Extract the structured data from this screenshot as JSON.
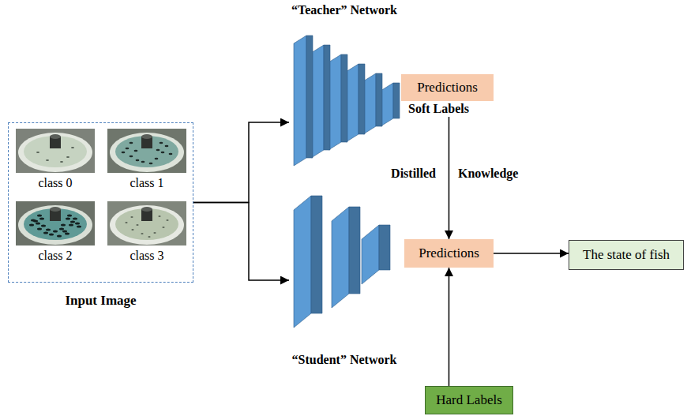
{
  "diagram": {
    "nodes": [
      {
        "text": [
          "Input Image"
        ]
      },
      {
        "text": [
          "class 0"
        ],
        "in": 0
      },
      {
        "text": [
          "class 1"
        ],
        "in": 0
      },
      {
        "text": [
          "class 2"
        ],
        "in": 0
      },
      {
        "text": [
          "class 3"
        ],
        "in": 0
      },
      {
        "text": [
          "“Teacher” Network"
        ]
      },
      {
        "text": [
          "Soft Labels",
          "Predictions"
        ]
      },
      {
        "text": [
          "“Student” Network"
        ]
      },
      {
        "text": [
          "Predictions"
        ]
      },
      {
        "text": [
          "The state of fish"
        ]
      },
      {
        "text": [
          "Hard Labels"
        ]
      }
    ],
    "edges": [
      {
        "from": 0,
        "to": 5,
        "arrow": "to"
      },
      {
        "from": 0,
        "to": 7,
        "arrow": "to"
      },
      {
        "from": 6,
        "to": 8,
        "arrow": "to"
      },
      {
        "from": 8,
        "to": 9,
        "arrow": "to"
      },
      {
        "from": 10,
        "to": 8,
        "arrow": "to"
      }
    ],
    "labels": [
      "Distilled",
      "Knowledge"
    ]
  }
}
